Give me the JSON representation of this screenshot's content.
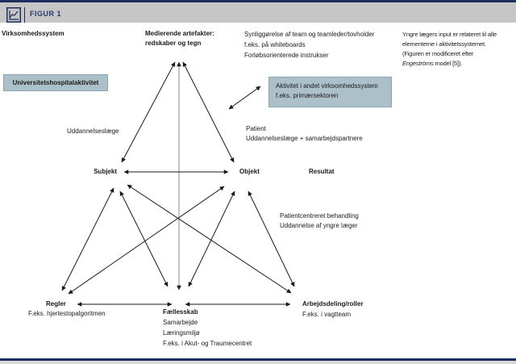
{
  "header": {
    "title": "FIGUR 1",
    "icon": "line-chart-icon"
  },
  "annotations": {
    "virksomhedssystem": "Virksomhedssystem",
    "medierende": {
      "line1": "Medierende artefakter:",
      "line2": "redskaber og tegn"
    },
    "synlig": [
      "Synliggørelse af team og teamleder/tovholder",
      "f.eks. på whiteboards",
      "Forløbsorienterede instrukser"
    ],
    "note": {
      "line1": "Yngre lægers input er relateret til alle",
      "line2": "elementerne i aktivitetssystemet.",
      "line3": "(Figuren er modificeret efter",
      "line4_italic": "Engeströms",
      "line4_rest": " model [5])."
    },
    "uddannelseslaege": "Uddannelseslæge",
    "patient": {
      "line1": "Patient",
      "line2": "Uddannelseslæge + samarbejdspartnere"
    },
    "outcome": {
      "line1": "Patientcentreret behandling",
      "line2": "Uddannelse af yngre læger"
    }
  },
  "boxes": {
    "activity_box": "Universitetshospitalaktivitet",
    "other_activity": {
      "line1": "Aktivitet i andet virksomhedssystem",
      "line2": "f.eks. primærsektoren"
    }
  },
  "nodes": {
    "subjekt": "Subjekt",
    "objekt": "Objekt",
    "resultat": "Resultat",
    "regler": "Regler",
    "regler_desc": "F.eks. hjertestopalgoritmen",
    "faellesskab": "Fællesskab",
    "faellesskab_desc": [
      "Samarbejde",
      "Læringsmiljø",
      "F.eks. i Akut- og Traumecentret"
    ],
    "arbejdsdeling": "Arbejdsdeling/roller",
    "arbejdsdeling_desc": "F.eks. i vagtteam"
  },
  "colors": {
    "navy": "#1c2e5e",
    "header_gray": "#c6c6c6",
    "box_fill": "#abc0c8",
    "box_border": "#8aa4ad",
    "footer_gray": "#d8d8d8",
    "line_black": "#1a1a1a",
    "line_gray": "#8a8a8a"
  }
}
